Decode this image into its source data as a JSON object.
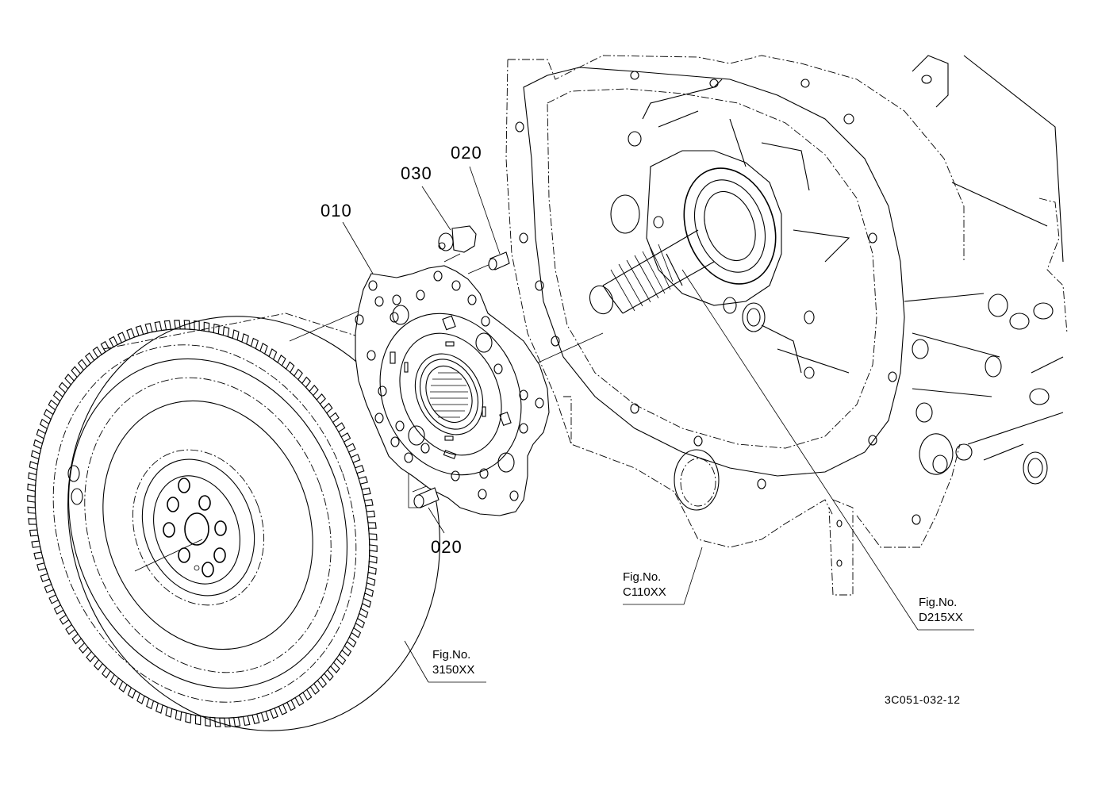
{
  "diagram": {
    "type": "exploded-parts-diagram",
    "subject": "Clutch disc assembly with flywheel and housing",
    "part_callouts": [
      {
        "id": "010",
        "label": "010"
      },
      {
        "id": "020a",
        "label": "020"
      },
      {
        "id": "030",
        "label": "030"
      },
      {
        "id": "020b",
        "label": "020"
      }
    ],
    "figure_refs": [
      {
        "prefix": "Fig.No.",
        "code": "C110XX"
      },
      {
        "prefix": "Fig.No.",
        "code": "D215XX"
      },
      {
        "prefix": "Fig.No.",
        "code": "3150XX"
      }
    ],
    "drawing_number": "3C051-032-12"
  }
}
